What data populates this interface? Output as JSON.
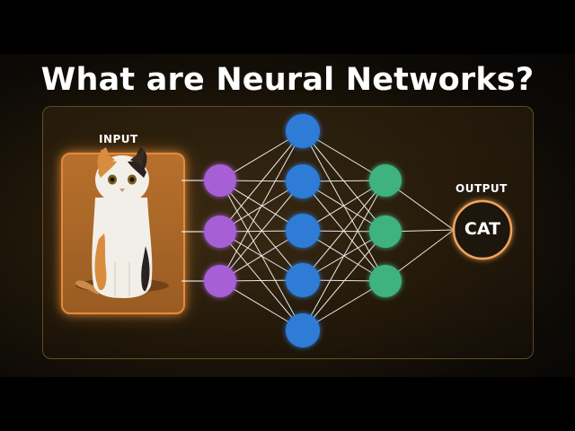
{
  "title": "What are Neural Networks?",
  "diagram": {
    "input_label": "INPUT",
    "output_label": "OUTPUT",
    "output_value": "CAT",
    "layers": [
      {
        "name": "input-layer",
        "nodes": 3,
        "color": "#a65fd4"
      },
      {
        "name": "hidden-layer",
        "nodes": 5,
        "color": "#2f7bd6"
      },
      {
        "name": "output-layer",
        "nodes": 3,
        "color": "#3fb27f"
      }
    ],
    "colors": {
      "input_glow": "#e58a3a",
      "output_glow": "#e58a3a",
      "edge": "#ffffff"
    },
    "image_subject": "cat-photo"
  }
}
